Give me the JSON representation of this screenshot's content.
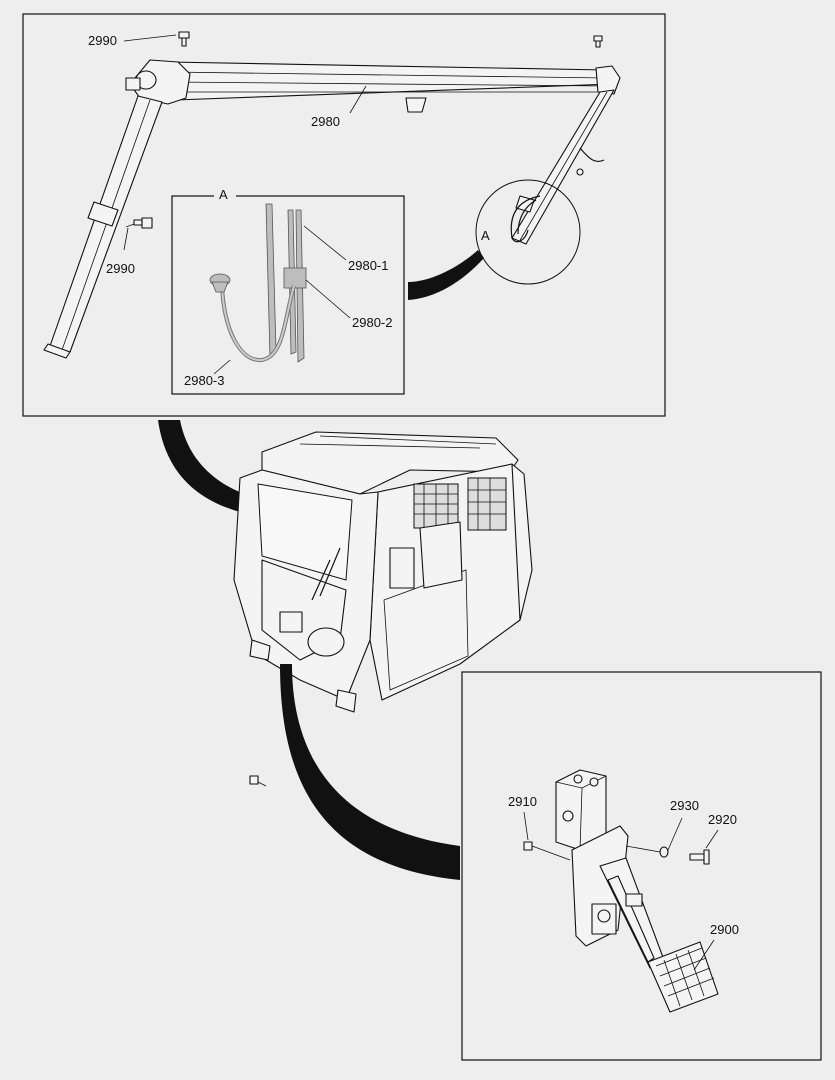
{
  "labels": {
    "bolt_top": "2990",
    "bolt_mid": "2990",
    "pipe": "2980",
    "pipe_1": "2980-1",
    "pipe_2": "2980-2",
    "pipe_3": "2980-3",
    "pedal": "2900",
    "screw_2910": "2910",
    "washer": "2930",
    "pin": "2920"
  },
  "detail": {
    "letter": "A",
    "callout_letter": "A"
  }
}
